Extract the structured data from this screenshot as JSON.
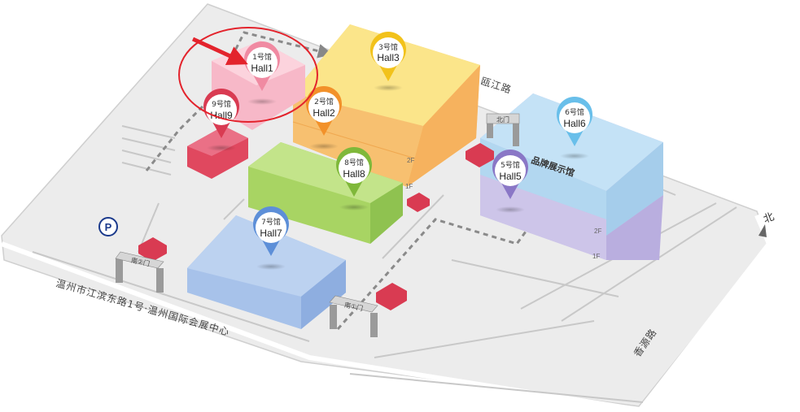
{
  "halls": {
    "hall1": {
      "cn": "1号馆",
      "en": "Hall1"
    },
    "hall2": {
      "cn": "2号馆",
      "en": "Hall2"
    },
    "hall3": {
      "cn": "3号馆",
      "en": "Hall3"
    },
    "hall5": {
      "cn": "5号馆",
      "en": "Hall5"
    },
    "hall6": {
      "cn": "6号馆",
      "en": "Hall6"
    },
    "hall7": {
      "cn": "7号馆",
      "en": "Hall7"
    },
    "hall8": {
      "cn": "8号馆",
      "en": "Hall8"
    },
    "hall9": {
      "cn": "9号馆",
      "en": "Hall9"
    }
  },
  "roads": {
    "ou_jiang": "瓯江路",
    "xiang_yu": "香源路",
    "address": "温州市江滨东路1号·温州国际会展中心"
  },
  "gates": {
    "north": "北门",
    "south_west": "南②门",
    "south": "南①门"
  },
  "labels": {
    "brand_hall": "品牌展示馆",
    "parking": "P",
    "compass": "北",
    "floor_2f": "2F",
    "floor_1f": "1F"
  },
  "colors": {
    "hall1": "#f7b8c8",
    "hall3": "#fbe58a",
    "hall2": "#f9c56a",
    "hall8": "#b9de7a",
    "hall7": "#b7cdee",
    "hall6": "#b9dcf3",
    "hall5": "#c8c0e6",
    "hall9_block": "#e0485f",
    "highlight": "#e3232c",
    "parking": "#1b3a8c"
  }
}
